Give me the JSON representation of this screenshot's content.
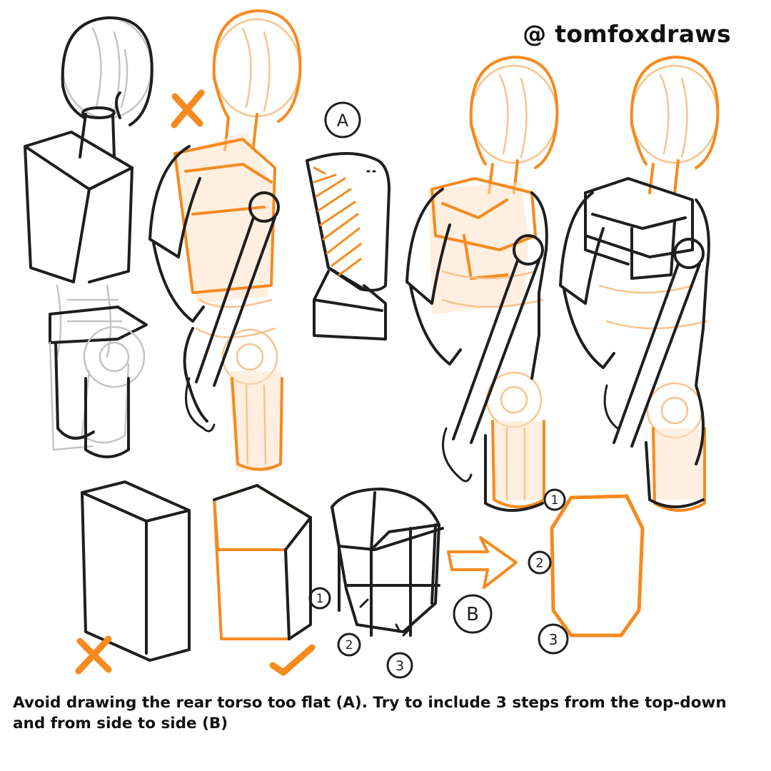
{
  "handle": "@ tomfoxdraws",
  "caption": "Avoid drawing the rear torso too flat (A). Try to include 3 steps from the top-down\nand from side to side (B)",
  "labels": {
    "a": "A",
    "b": "B",
    "step1": "1",
    "step2": "2",
    "step3": "3"
  },
  "colors": {
    "accent": "#f58a1f",
    "ink": "#1e1e1e",
    "guide": "#c4c4c4"
  }
}
